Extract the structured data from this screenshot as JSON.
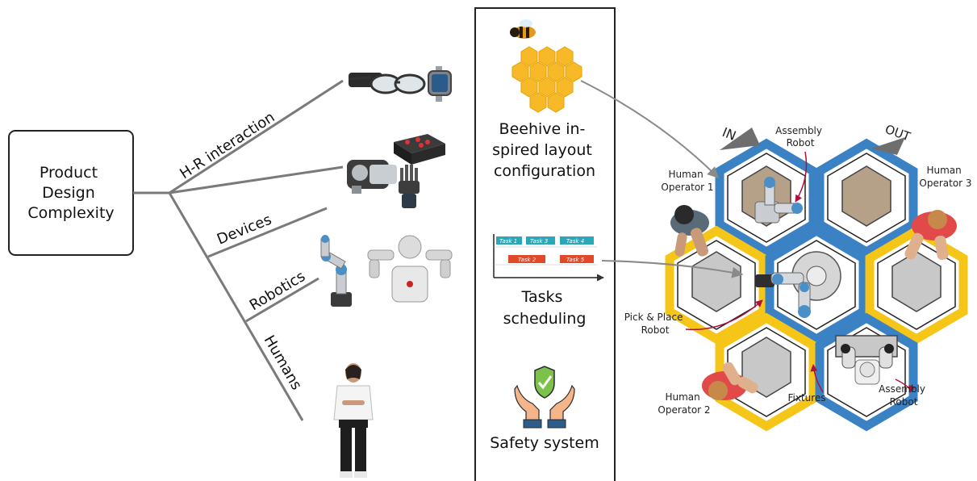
{
  "left": {
    "root_label": [
      "Product",
      "Design",
      "Complexity"
    ],
    "branches": {
      "hr": "H-R interaction",
      "devices": "Devices",
      "robotics": "Robotics",
      "humans": "Humans"
    }
  },
  "middle": {
    "beehive_label": [
      "Beehive in-",
      "spired layout",
      "configuration"
    ],
    "tasks_label": [
      "Tasks",
      "scheduling"
    ],
    "safety_label": "Safety system",
    "gantt_tasks": [
      "Task 1",
      "Task 3",
      "Task 4",
      "Task 2",
      "Task 5"
    ]
  },
  "layout": {
    "in_label": "IN",
    "out_label": "OUT",
    "labels": {
      "assembly_robot_top": [
        "Assembly",
        "Robot"
      ],
      "human_op1": [
        "Human",
        "Operator 1"
      ],
      "human_op3": [
        "Human",
        "Operator 3"
      ],
      "pick_place": [
        "Pick & Place",
        "Robot"
      ],
      "human_op2": [
        "Human",
        "Operator 2"
      ],
      "fixtures": "Fixtures",
      "assembly_robot_bottom": [
        "Assembly",
        "Robot"
      ]
    }
  },
  "colors": {
    "blue_cell": "#3b82c4",
    "yellow_cell": "#f5c518",
    "honey": "#f7b928",
    "task_teal": "#2aa7b8",
    "task_red": "#e04a2a",
    "branch_gray": "#7a7a7a"
  }
}
